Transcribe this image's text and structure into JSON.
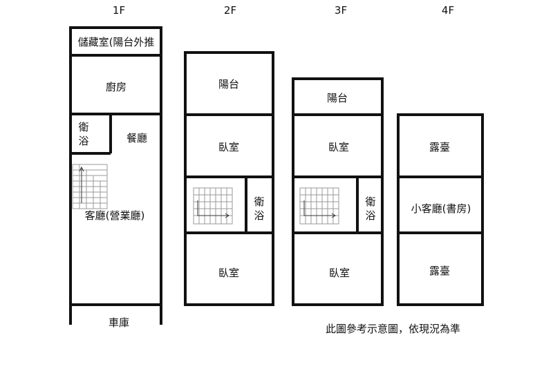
{
  "floors": [
    "1F",
    "2F",
    "3F",
    "4F"
  ],
  "rooms": {
    "f1": {
      "storage": "儲藏室(陽台外推",
      "kitchen": "廚房",
      "bath_line1": "衛",
      "bath_line2": "浴",
      "dining": "餐廳",
      "living": "客廳(營業廳)",
      "garage": "車庫"
    },
    "f2": {
      "balcony": "陽台",
      "bedroom_top": "臥室",
      "bath_line1": "衛",
      "bath_line2": "浴",
      "bedroom_bottom": "臥室"
    },
    "f3": {
      "balcony": "陽台",
      "bedroom_top": "臥室",
      "bath_line1": "衛",
      "bath_line2": "浴",
      "bedroom_bottom": "臥室"
    },
    "f4": {
      "terrace_top": "露臺",
      "study": "小客廳(書房)",
      "terrace_bottom": "露臺"
    }
  },
  "note": "此圖參考示意圖，依現況為準",
  "colors": {
    "wall": "#111111",
    "stair": "#999999",
    "background": "#ffffff"
  }
}
